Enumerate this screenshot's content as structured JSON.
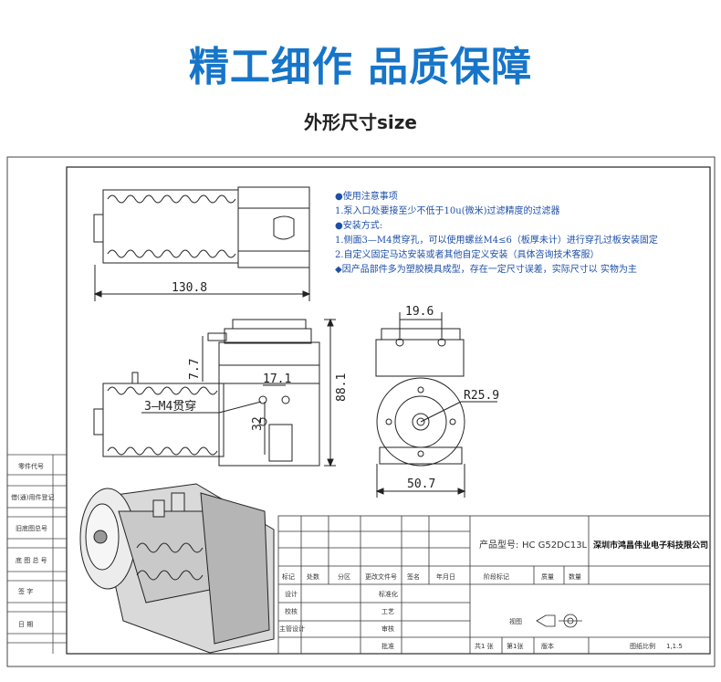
{
  "header": {
    "title": "精工细作 品质保障",
    "subtitle": "外形尺寸size"
  },
  "notes": [
    "●使用注意事项",
    "1.泵入口处要接至少不低于10u(微米)过滤精度的过滤器",
    "●安装方式:",
    "1.侧面3—M4贯穿孔，可以使用螺丝M4≤6（板厚未计）进行穿孔过板安装固定",
    "2.自定义固定马达安装或者其他自定义安装（具体咨询技术客服）",
    "◆因产品部件多为塑胶模具成型，存在一定尺寸误差，实际尺寸以 实物为主"
  ],
  "dimensions": {
    "length": "130.8",
    "width": "19.6",
    "height_offset": "7.7",
    "hole_spacing": "17.1",
    "total_height": "88.1",
    "hole_label": "3—M4贯穿",
    "vertical_32": "32",
    "radius": "R25.9",
    "body_width": "50.7"
  },
  "left_column": [
    "零件代号",
    "借(通)用件登记",
    "旧底图总号",
    "底 图 总 号",
    "签    字",
    "日    期"
  ],
  "title_block": {
    "product_label": "产品型号:",
    "product_model": "HC G52DC13L",
    "company": "深圳市鸿昌伟业电子科技限公司",
    "rev_headers": [
      "标记",
      "处数",
      "分区",
      "更改文件号",
      "签名",
      "年月日"
    ],
    "role_design": "设计",
    "role_check": "校核",
    "role_supervisor": "主管设计",
    "role_standard": "标准化",
    "role_process": "工艺",
    "role_review": "审核",
    "role_approve": "批准",
    "stage_label": "阶段标记",
    "mass_label": "质量",
    "quantity_label": "数量",
    "view_label": "视图",
    "sheet_total": "共1 张",
    "sheet_num": "第1张",
    "version_label": "版本",
    "scale_label": "图纸比例",
    "scale_value": "1,1.5"
  }
}
